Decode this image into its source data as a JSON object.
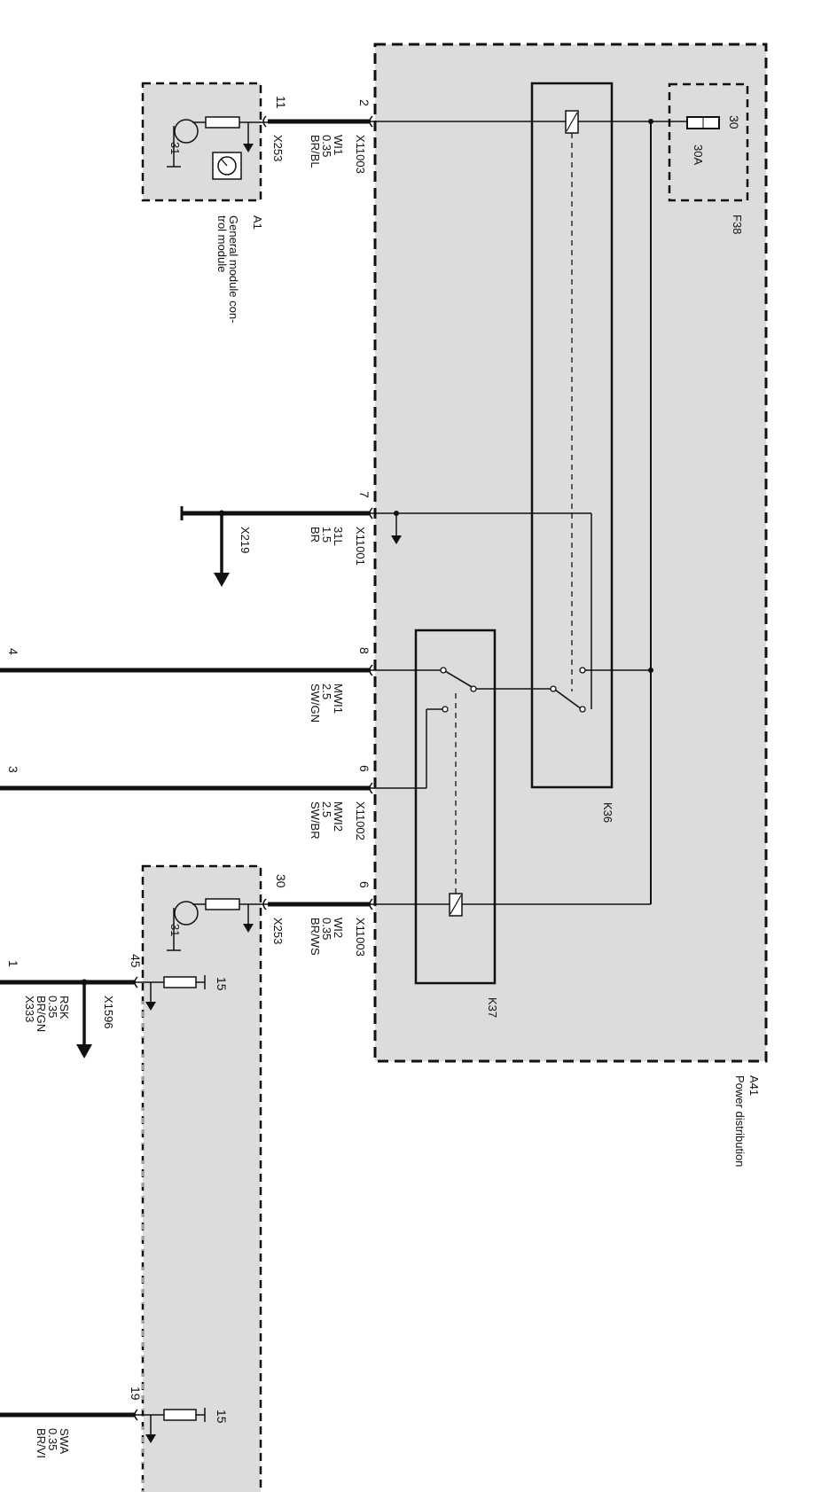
{
  "colors": {
    "module_fill": "#dcdcdc",
    "wire": "#111111",
    "background": "#ffffff"
  },
  "modules": {
    "a41": {
      "id": "A41",
      "name": "Power distribution"
    },
    "a1": {
      "id": "A1",
      "name_line1": "General module con-",
      "name_line2": "trol module"
    },
    "a1_lower": {
      "id": ""
    }
  },
  "components": {
    "f38": {
      "id": "F38",
      "pin": "30",
      "rating": "30A"
    },
    "k36": {
      "id": "K36"
    },
    "k37": {
      "id": "K37"
    }
  },
  "wires": {
    "w1": {
      "pin_a41": "2",
      "connector": "X11003",
      "name": "WI1",
      "gauge": "0.35",
      "color": "BR/BL",
      "pin_a1": "11",
      "connector_a1": "X253",
      "ground": "31"
    },
    "w2": {
      "pin_a41": "7",
      "connector": "X11001",
      "name": "31L",
      "gauge": "1.5",
      "color": "BR",
      "ref": "X219"
    },
    "w3": {
      "pin_a41": "8",
      "name": "MWI1",
      "gauge": "2.5",
      "color": "SW/GN",
      "far_pin": "4"
    },
    "w4": {
      "pin_a41": "6",
      "connector": "X11002",
      "name": "MWI2",
      "gauge": "2.5",
      "color": "SW/BR",
      "far_pin": "3"
    },
    "w5": {
      "pin_a41": "6",
      "connector": "X11003",
      "name": "WI2",
      "gauge": "0.35",
      "color": "BR/WS",
      "pin_a1": "30",
      "connector_a1": "X253",
      "ground": "31"
    },
    "w6": {
      "pin": "45",
      "name": "RSK",
      "gauge": "0.35",
      "color": "BR/GN",
      "connector": "X333",
      "far_pin": "1",
      "ref": "X1596",
      "terminal": "15"
    },
    "w7": {
      "pin": "19",
      "name": "SWA",
      "gauge": "0.35",
      "color": "BR/VI",
      "terminal": "15"
    }
  }
}
